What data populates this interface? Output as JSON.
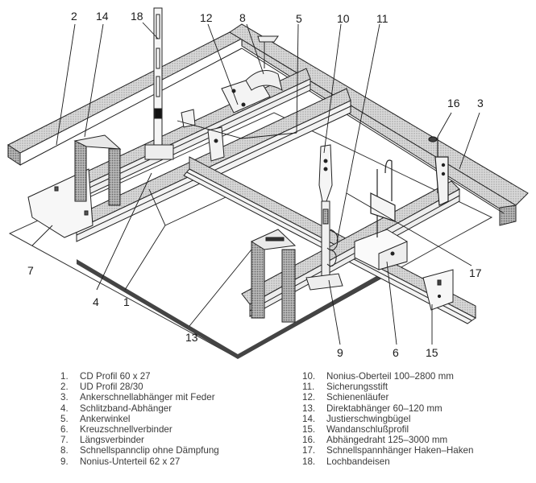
{
  "diagram": {
    "title": "Abgehängte Unterkonstruktion – Bauteile",
    "callouts": [
      {
        "id": "2",
        "target": "UD Profil 28/30 (wall edge)"
      },
      {
        "id": "14",
        "target": "Justierschwingbügel"
      },
      {
        "id": "18",
        "target": "Lochbandeisen"
      },
      {
        "id": "12",
        "target": "Schienenläufer"
      },
      {
        "id": "8",
        "target": "Schnellspannclip ohne Dämpfung"
      },
      {
        "id": "5",
        "target": "Ankerwinkel"
      },
      {
        "id": "10",
        "target": "Nonius-Oberteil"
      },
      {
        "id": "11",
        "target": "Sicherungsstift"
      },
      {
        "id": "16",
        "target": "Abhängedraht"
      },
      {
        "id": "3",
        "target": "Ankerschnellabhänger mit Feder"
      },
      {
        "id": "7",
        "target": "Längsverbinder"
      },
      {
        "id": "4",
        "target": "Schlitzband-Abhänger"
      },
      {
        "id": "1",
        "target": "CD Profil 60 x 27"
      },
      {
        "id": "13",
        "target": "Direktabhänger"
      },
      {
        "id": "17",
        "target": "Schnellspannhänger Haken–Haken"
      },
      {
        "id": "9",
        "target": "Nonius-Unterteil"
      },
      {
        "id": "6",
        "target": "Kreuzschnellverbinder"
      },
      {
        "id": "15",
        "target": "Wandanschlußprofil"
      }
    ]
  },
  "legend": {
    "left": [
      {
        "num": "1.",
        "label": "CD Profil 60 x 27"
      },
      {
        "num": "2.",
        "label": "UD Profil 28/30"
      },
      {
        "num": "3.",
        "label": "Ankerschnellabhänger mit Feder"
      },
      {
        "num": "4.",
        "label": "Schlitzband-Abhänger"
      },
      {
        "num": "5.",
        "label": "Ankerwinkel"
      },
      {
        "num": "6.",
        "label": "Kreuzschnellverbinder"
      },
      {
        "num": "7.",
        "label": "Längsverbinder"
      },
      {
        "num": "8.",
        "label": "Schnellspannclip ohne Dämpfung"
      },
      {
        "num": "9.",
        "label": "Nonius-Unterteil 62 x 27"
      }
    ],
    "right": [
      {
        "num": "10.",
        "label": "Nonius-Oberteil 100–2800 mm"
      },
      {
        "num": "11.",
        "label": "Sicherungsstift"
      },
      {
        "num": "12.",
        "label": "Schienenläufer"
      },
      {
        "num": "13.",
        "label": "Direktabhänger 60–120 mm"
      },
      {
        "num": "14.",
        "label": "Justierschwingbügel"
      },
      {
        "num": "15.",
        "label": "Wandanschlußprofil"
      },
      {
        "num": "16.",
        "label": "Abhängedraht 125–3000 mm"
      },
      {
        "num": "17.",
        "label": "Schnellspannhänger Haken–Haken"
      },
      {
        "num": "18.",
        "label": "Lochbandeisen"
      }
    ]
  },
  "colors": {
    "ink": "#1a1a1a",
    "halftone": "#cfcfcf",
    "halftone_dark": "#a8a8a8",
    "board_edge": "#333333",
    "legend_text": "#3a3a3a"
  }
}
